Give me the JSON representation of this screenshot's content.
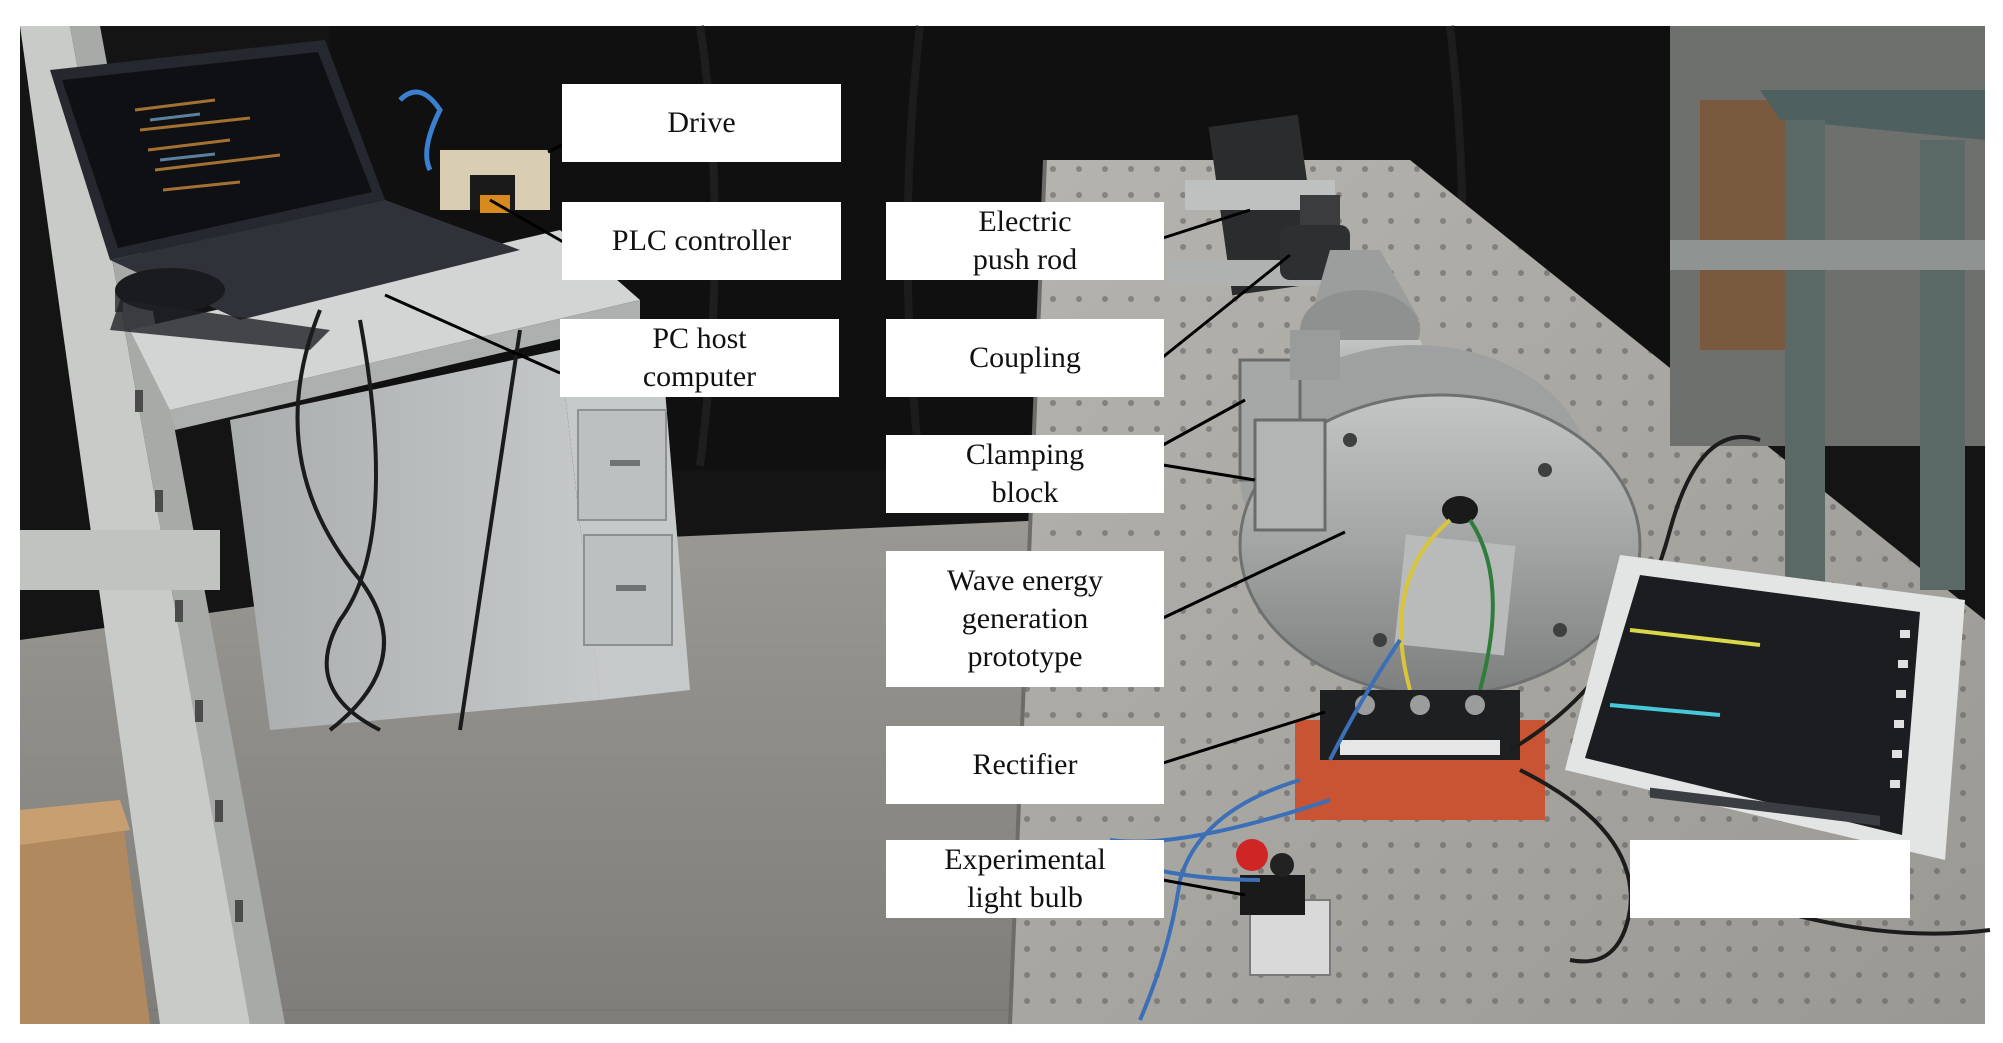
{
  "figure": {
    "labels": {
      "drive": "Drive",
      "plc_controller": "PLC controller",
      "pc_host_computer": "PC host\ncomputer",
      "electric_push_rod": "Electric\npush rod",
      "coupling": "Coupling",
      "clamping_block": "Clamping\nblock",
      "wave_energy_prototype": "Wave energy\ngeneration\nprototype",
      "rectifier": "Rectifier",
      "experimental_light_bulb": "Experimental\nlight bulb",
      "oscilloscope": ""
    },
    "colors": {
      "background_curtain": "#141414",
      "optical_table": "#a9a7a2",
      "floor": "#8c8a86",
      "rack_metal": "#c9cbc9",
      "cabinet": "#b3b7b8",
      "prototype_metal": "#a6a8a7",
      "rectifier_base": "#c85433",
      "laptop_body": "#262830",
      "screen_yellow_trace": "#d8d84a",
      "screen_cyan_trace": "#46c8d8",
      "leader_line": "#000000"
    }
  }
}
